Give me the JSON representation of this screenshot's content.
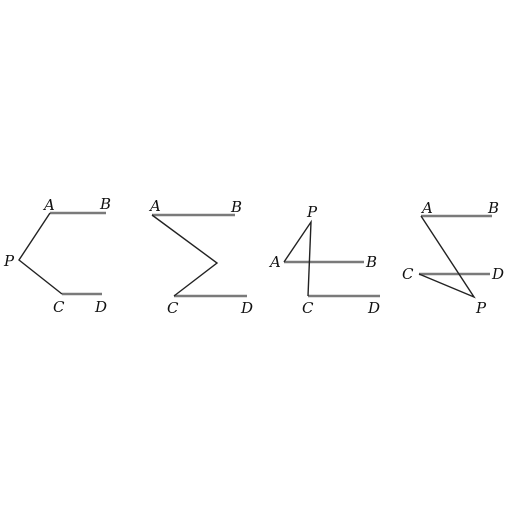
{
  "labels": {
    "A": "A",
    "B": "B",
    "C": "C",
    "D": "D",
    "P": "P"
  },
  "colors": {
    "parallel_line": "#7a7a7a",
    "path_line": "#222222",
    "background": "#ffffff"
  }
}
